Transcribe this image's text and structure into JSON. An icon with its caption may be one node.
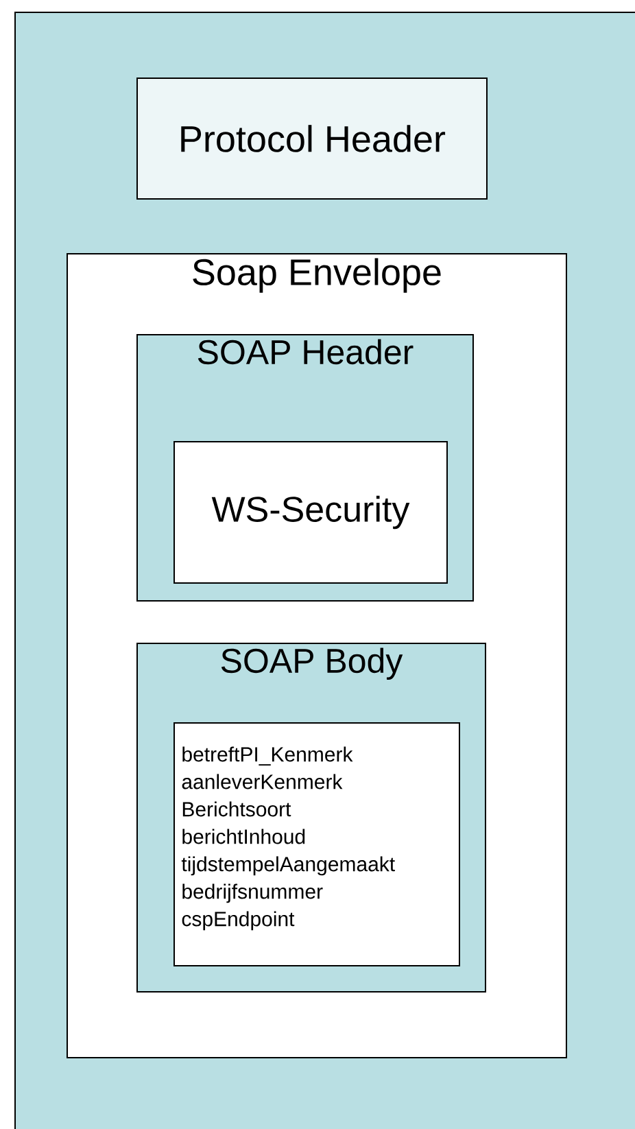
{
  "diagram": {
    "nodes": [
      {
        "text": [],
        "shape": "box"
      },
      {
        "text": [
          "Protocol Header"
        ],
        "in": 0
      },
      {
        "text": [
          "Soap Envelope"
        ],
        "in": 0
      },
      {
        "text": [
          "SOAP Header"
        ],
        "in": 2
      },
      {
        "text": [
          "WS-Security"
        ],
        "in": 3
      },
      {
        "text": [
          "SOAP Body"
        ],
        "in": 2
      },
      {
        "text": [
          "betreftPI_Kenmerk",
          "aanleverKenmerk",
          "Berichtsoort",
          "berichtInhoud",
          "tijdstempelAangemaakt",
          "bedrijfsnummer",
          "cspEndpoint"
        ],
        "in": 5
      }
    ]
  }
}
